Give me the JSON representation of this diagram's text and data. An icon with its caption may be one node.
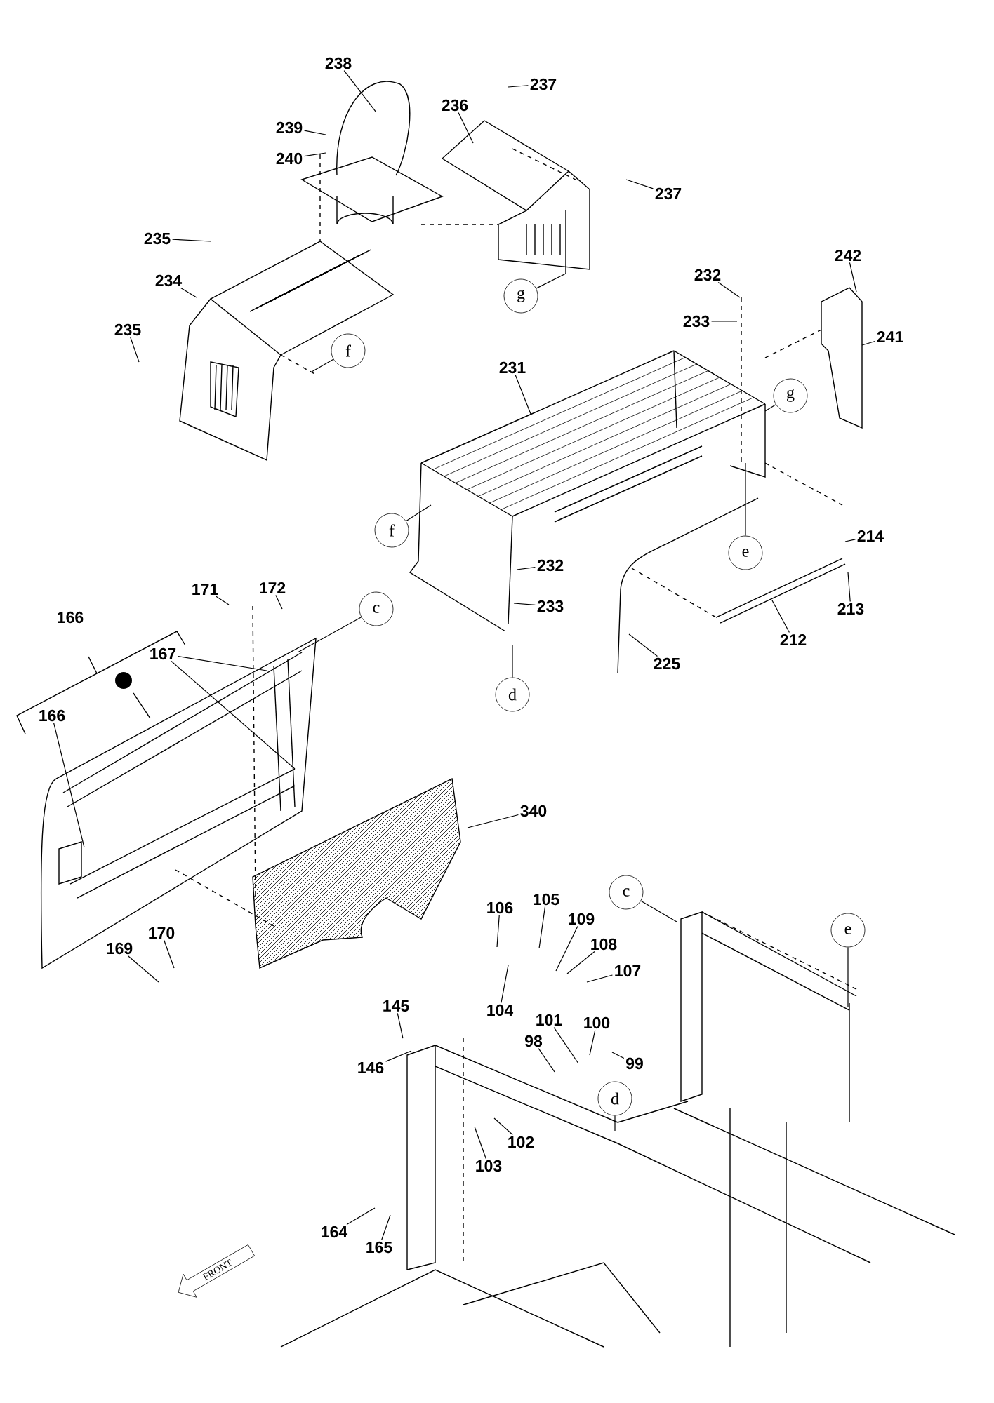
{
  "diagram": {
    "nodes": [
      {
        "text": [
          "238"
        ]
      },
      {
        "text": [
          "237"
        ]
      },
      {
        "text": [
          "236"
        ]
      },
      {
        "text": [
          "239"
        ]
      },
      {
        "text": [
          "240"
        ]
      },
      {
        "text": [
          "237"
        ]
      },
      {
        "text": [
          "235"
        ]
      },
      {
        "text": [
          "234"
        ]
      },
      {
        "text": [
          "g"
        ]
      },
      {
        "text": [
          "235"
        ]
      },
      {
        "text": [
          "f"
        ]
      },
      {
        "text": [
          "232"
        ]
      },
      {
        "text": [
          "233"
        ]
      },
      {
        "text": [
          "242"
        ]
      },
      {
        "text": [
          "241"
        ]
      },
      {
        "text": [
          "231"
        ]
      },
      {
        "text": [
          "g"
        ]
      },
      {
        "text": [
          "f"
        ]
      },
      {
        "text": [
          "e"
        ]
      },
      {
        "text": [
          "214"
        ]
      },
      {
        "text": [
          "232"
        ]
      },
      {
        "text": [
          "233"
        ]
      },
      {
        "text": [
          "213"
        ]
      },
      {
        "text": [
          "225"
        ]
      },
      {
        "text": [
          "212"
        ]
      },
      {
        "text": [
          "d"
        ]
      },
      {
        "text": [
          "171"
        ]
      },
      {
        "text": [
          "172"
        ]
      },
      {
        "text": [
          "c"
        ]
      },
      {
        "text": [
          "167"
        ]
      },
      {
        "text": [
          "166"
        ]
      },
      {
        "text": [
          "340"
        ]
      },
      {
        "text": [
          "169"
        ]
      },
      {
        "text": [
          "170"
        ]
      },
      {
        "text": [
          "c"
        ]
      },
      {
        "text": [
          "e"
        ]
      },
      {
        "text": [
          "106"
        ]
      },
      {
        "text": [
          "105"
        ]
      },
      {
        "text": [
          "109"
        ]
      },
      {
        "text": [
          "108"
        ]
      },
      {
        "text": [
          "107"
        ]
      },
      {
        "text": [
          "104"
        ]
      },
      {
        "text": [
          "145"
        ]
      },
      {
        "text": [
          "101"
        ]
      },
      {
        "text": [
          "100"
        ]
      },
      {
        "text": [
          "99"
        ]
      },
      {
        "text": [
          "98"
        ]
      },
      {
        "text": [
          "146"
        ]
      },
      {
        "text": [
          "d"
        ]
      },
      {
        "text": [
          "102"
        ]
      },
      {
        "text": [
          "103"
        ]
      },
      {
        "text": [
          "164"
        ]
      },
      {
        "text": [
          "165"
        ]
      },
      {
        "text": [
          "FRONT"
        ]
      }
    ],
    "edges": [
      {
        "from": 0,
        "to": null,
        "arrow": "none"
      },
      {
        "from": 1,
        "to": null,
        "arrow": "none"
      },
      {
        "from": 2,
        "to": null,
        "arrow": "none"
      },
      {
        "from": 3,
        "to": null,
        "arrow": "none"
      },
      {
        "from": 4,
        "to": null,
        "arrow": "none"
      },
      {
        "from": 5,
        "to": null,
        "arrow": "none"
      },
      {
        "from": 6,
        "to": null,
        "arrow": "none"
      },
      {
        "from": 7,
        "to": null,
        "arrow": "none"
      },
      {
        "from": 8,
        "to": null,
        "arrow": "none"
      },
      {
        "from": 9,
        "to": null,
        "arrow": "none"
      },
      {
        "from": 10,
        "to": null,
        "arrow": "none"
      },
      {
        "from": 11,
        "to": null,
        "arrow": "none"
      },
      {
        "from": 12,
        "to": null,
        "arrow": "none"
      },
      {
        "from": 13,
        "to": null,
        "arrow": "none"
      },
      {
        "from": 14,
        "to": null,
        "arrow": "none"
      },
      {
        "from": 15,
        "to": null,
        "arrow": "none"
      },
      {
        "from": 16,
        "to": null,
        "arrow": "none"
      },
      {
        "from": 17,
        "to": null,
        "arrow": "none"
      },
      {
        "from": 18,
        "to": null,
        "arrow": "none"
      },
      {
        "from": 19,
        "to": null,
        "arrow": "none"
      },
      {
        "from": 20,
        "to": null,
        "arrow": "none"
      },
      {
        "from": 21,
        "to": null,
        "arrow": "none"
      },
      {
        "from": 22,
        "to": null,
        "arrow": "none"
      },
      {
        "from": 23,
        "to": null,
        "arrow": "none"
      },
      {
        "from": 24,
        "to": null,
        "arrow": "none"
      },
      {
        "from": 25,
        "to": null,
        "arrow": "none"
      },
      {
        "from": 26,
        "to": null,
        "arrow": "none"
      },
      {
        "from": 27,
        "to": null,
        "arrow": "none"
      },
      {
        "from": 28,
        "to": null,
        "arrow": "none"
      },
      {
        "from": 29,
        "to": null,
        "arrow": "none"
      },
      {
        "from": 29,
        "to": null,
        "arrow": "none"
      },
      {
        "from": 30,
        "to": null,
        "arrow": "none"
      },
      {
        "from": 31,
        "to": null,
        "arrow": "none"
      },
      {
        "from": 32,
        "to": null,
        "arrow": "none"
      },
      {
        "from": 33,
        "to": null,
        "arrow": "none"
      },
      {
        "from": 34,
        "to": null,
        "arrow": "none"
      },
      {
        "from": 35,
        "to": null,
        "arrow": "none"
      },
      {
        "from": 36,
        "to": null,
        "arrow": "none"
      },
      {
        "from": 37,
        "to": null,
        "arrow": "none"
      },
      {
        "from": 38,
        "to": null,
        "arrow": "none"
      },
      {
        "from": 39,
        "to": null,
        "arrow": "none"
      },
      {
        "from": 40,
        "to": null,
        "arrow": "none"
      },
      {
        "from": 41,
        "to": null,
        "arrow": "none"
      },
      {
        "from": 42,
        "to": null,
        "arrow": "none"
      },
      {
        "from": 43,
        "to": null,
        "arrow": "none"
      },
      {
        "from": 44,
        "to": null,
        "arrow": "none"
      },
      {
        "from": 45,
        "to": null,
        "arrow": "none"
      },
      {
        "from": 46,
        "to": null,
        "arrow": "none"
      },
      {
        "from": 47,
        "to": null,
        "arrow": "none"
      },
      {
        "from": 48,
        "to": null,
        "arrow": "none"
      },
      {
        "from": 49,
        "to": null,
        "arrow": "none"
      },
      {
        "from": 50,
        "to": null,
        "arrow": "none"
      },
      {
        "from": 51,
        "to": null,
        "arrow": "none"
      },
      {
        "from": 52,
        "to": null,
        "arrow": "none"
      }
    ],
    "labels": [
      "166"
    ]
  }
}
